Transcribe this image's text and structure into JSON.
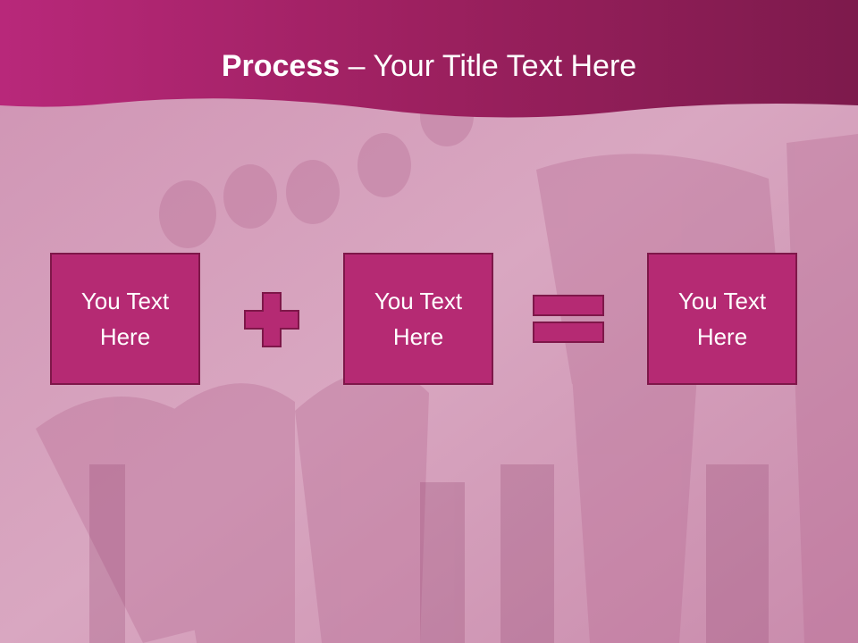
{
  "title": {
    "bold": "Process",
    "rest": " – Your Title Text Here"
  },
  "boxes": [
    {
      "label": "You Text Here"
    },
    {
      "label": "You Text Here"
    },
    {
      "label": "You Text Here"
    }
  ],
  "operators": {
    "first": "plus-icon",
    "second": "equals-icon"
  },
  "colors": {
    "header": "#9a1f5f",
    "box_fill": "#b52a73",
    "box_border": "#7e1749",
    "background_tint": "#d7a2bd"
  }
}
